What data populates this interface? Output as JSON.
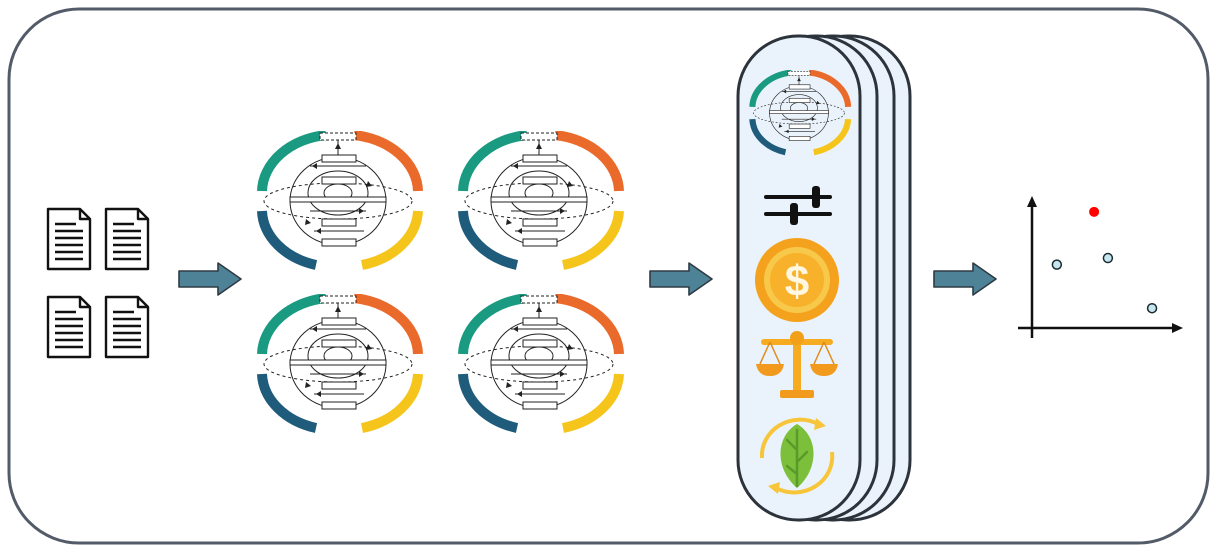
{
  "diagram": {
    "documents": {
      "count": 4
    },
    "process_models": {
      "count": 4
    },
    "stack": {
      "layers": 4,
      "criteria": [
        {
          "icon": "process-model-icon"
        },
        {
          "icon": "sliders-icon"
        },
        {
          "icon": "dollar-coin-icon"
        },
        {
          "icon": "balance-scale-icon"
        },
        {
          "icon": "leaf-cycle-icon"
        }
      ]
    },
    "plot": {
      "points": [
        {
          "x": 0.18,
          "y": 0.48,
          "highlight": false
        },
        {
          "x": 0.45,
          "y": 0.88,
          "highlight": true
        },
        {
          "x": 0.55,
          "y": 0.53,
          "highlight": false
        },
        {
          "x": 0.87,
          "y": 0.15,
          "highlight": false
        }
      ]
    }
  },
  "colors": {
    "frame": "#525b67",
    "arrow": "#4e8296",
    "arrow_edge": "#2f3b44",
    "stack_fill": "#eaf3fb",
    "ring_teal": "#1a9a80",
    "ring_orange": "#ea6a2b",
    "ring_blue": "#1f5b7a",
    "ring_yellow": "#f5c51c",
    "coin": "#f7b12a",
    "coin_rim": "#f4a21e",
    "scale": "#f7ab20",
    "leaf": "#7bbf3b",
    "point_hi": "#ff0000",
    "point": "#c6e6ee"
  }
}
